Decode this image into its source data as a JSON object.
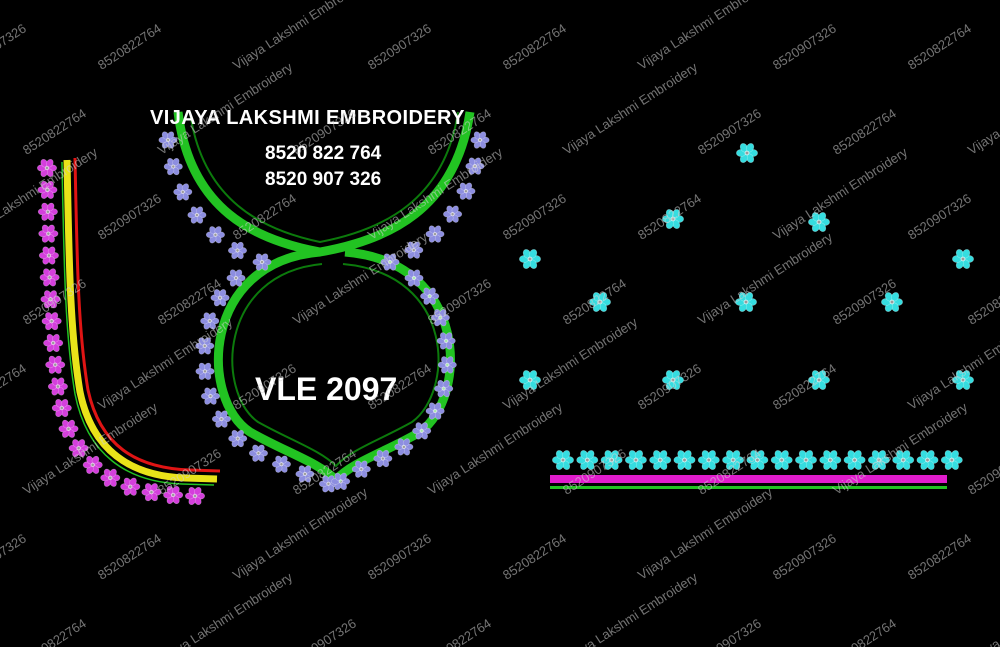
{
  "brand": {
    "name": "VIJAYA LAKSHMI EMBROIDERY",
    "phone_1": "8520 822 764",
    "phone_2": "8520 907 326",
    "design_code": "VLE 2097"
  },
  "watermarks": {
    "texts": [
      "8520907326",
      "8520822764",
      "Vijaya Lakshmi Embroidery"
    ]
  },
  "colors": {
    "background": "#000000",
    "neck_outline": "#22c322",
    "neck_flower": "#8d8ee0",
    "sleeve_flower": "#d43fdc",
    "sleeve_yellow": "#e9e319",
    "sleeve_red": "#e01414",
    "butta_flower": "#35dde0",
    "border_magenta": "#e01ccc",
    "border_green": "#22c322"
  }
}
